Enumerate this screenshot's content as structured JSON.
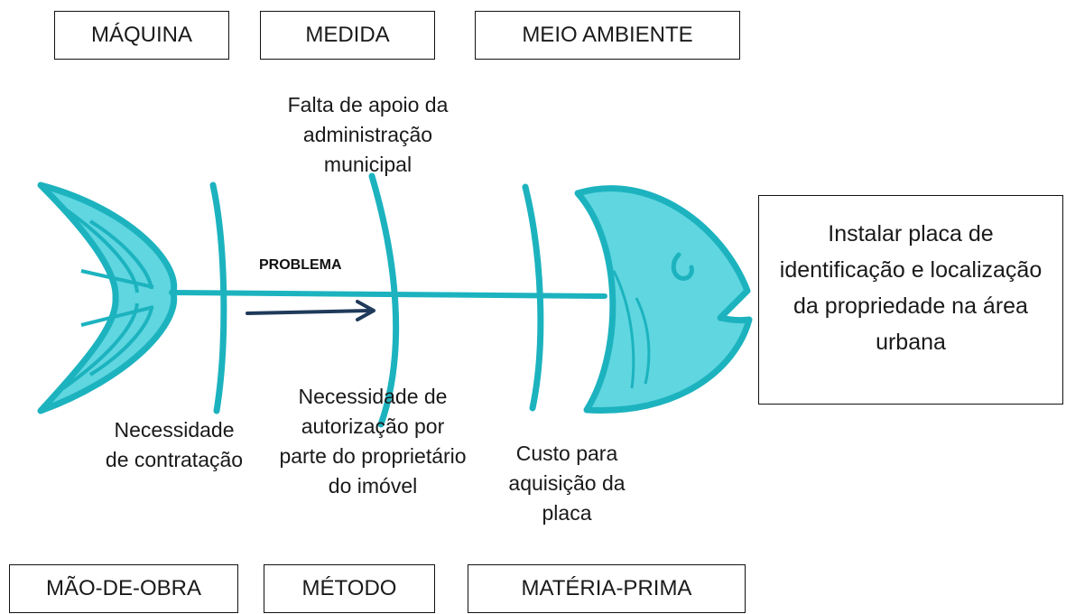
{
  "categories": {
    "maquina": "MÁQUINA",
    "medida": "MEDIDA",
    "meio_ambiente": "MEIO AMBIENTE",
    "mao_de_obra": "MÃO-DE-OBRA",
    "metodo": "MÉTODO",
    "materia_prima": "MATÉRIA-PRIMA"
  },
  "causes": {
    "medida": "Falta de apoio da administração municipal",
    "mao_de_obra": "Necessidade de contratação",
    "metodo": "Necessidade de autorização por parte do proprietário do imóvel",
    "materia_prima": "Custo para aquisição da placa"
  },
  "problem_label": "PROBLEMA",
  "effect": "Instalar placa de identificação e localização da propriedade na área urbana",
  "colors": {
    "fish_fill": "#5fd6e0",
    "fish_stroke": "#1cb3bf",
    "arrow": "#1f3a5a"
  }
}
